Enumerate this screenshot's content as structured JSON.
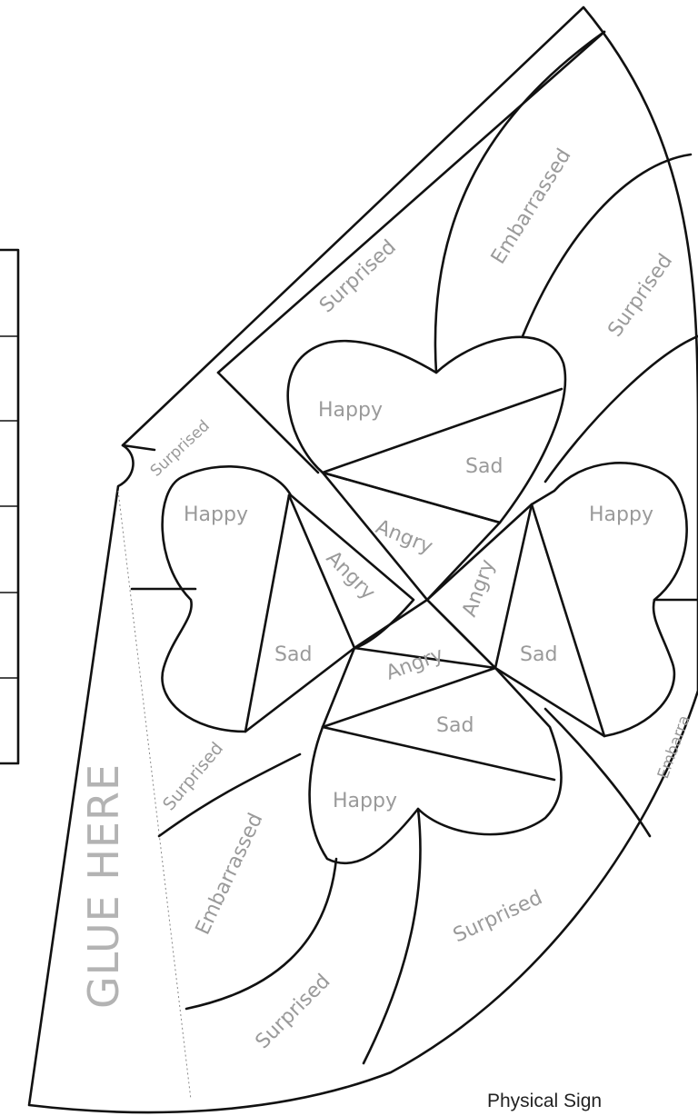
{
  "labels": {
    "embarrassed": "Embarrassed",
    "embarrassed_partial": "Embarra",
    "surprised": "Surprised",
    "happy": "Happy",
    "sad": "Sad",
    "angry": "Angry"
  },
  "glue_text": "GLUE HERE",
  "footer_text": "Physical Sign"
}
